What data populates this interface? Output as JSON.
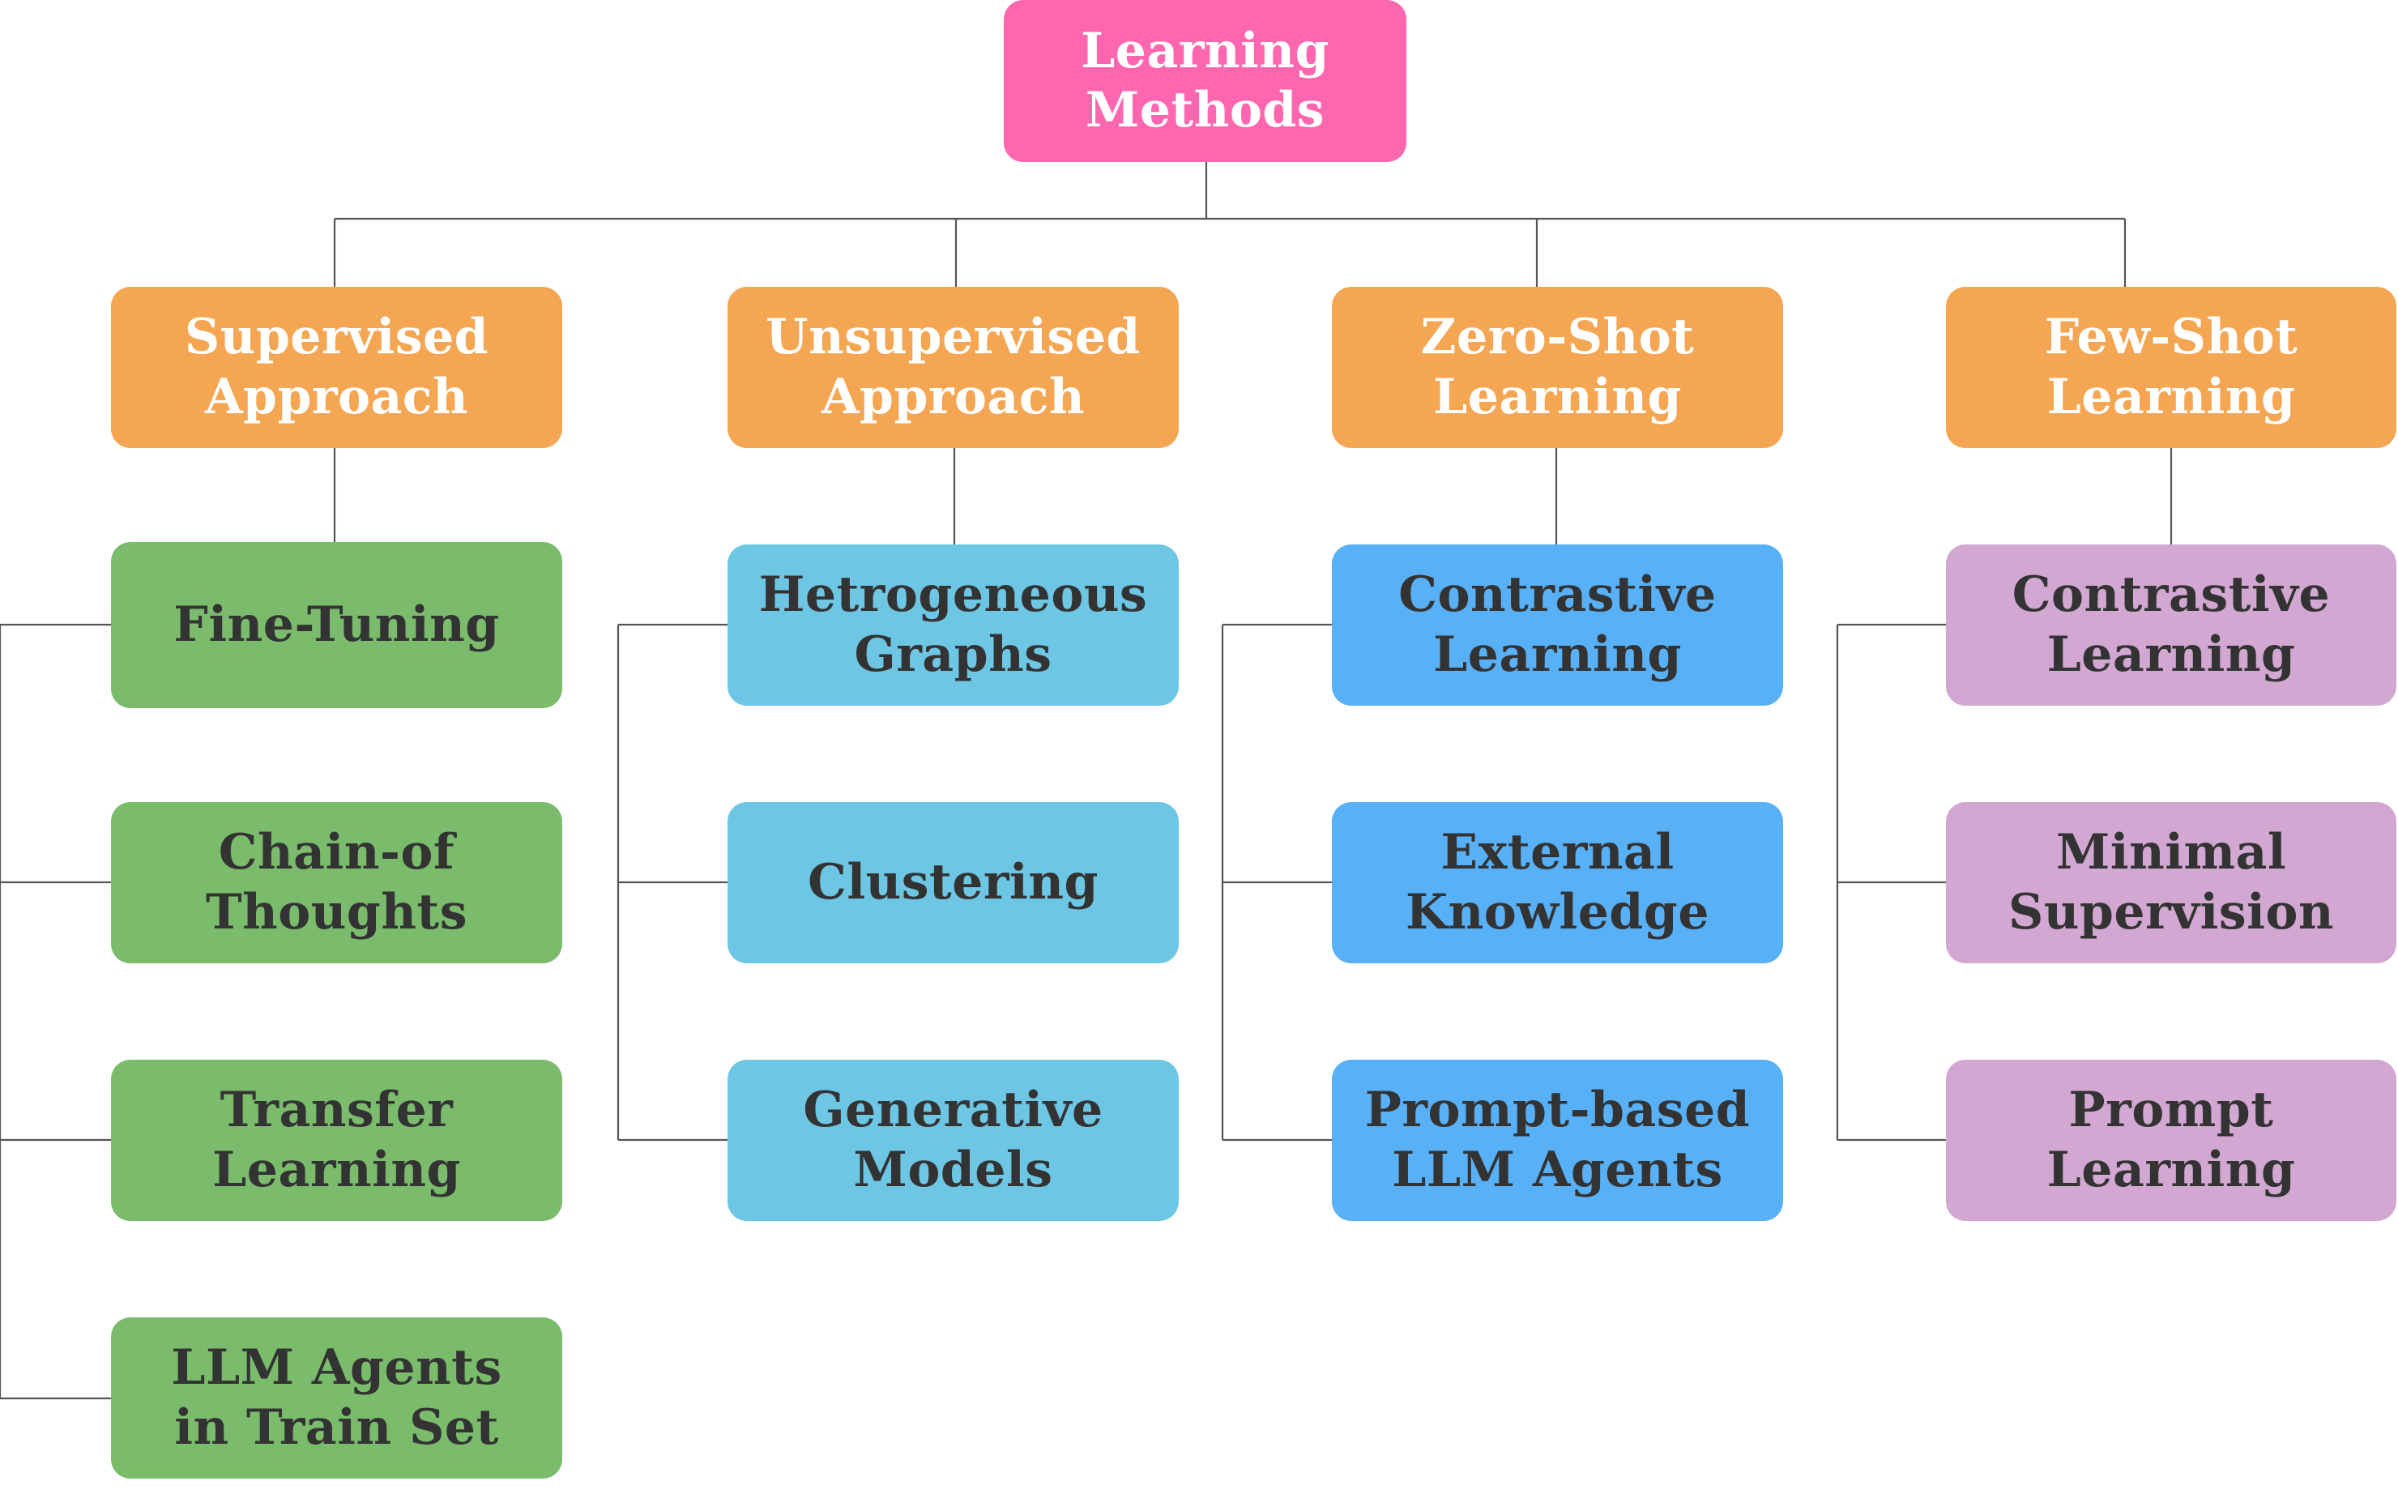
{
  "colors": {
    "root": "#FF66B0",
    "category": "#F4A653",
    "green": "#7ABC6C",
    "cyan": "#6DC6E3",
    "blue": "#58B0F7",
    "purple": "#D2A8D2",
    "connector": "#555555"
  },
  "root": {
    "lines": [
      "Learning",
      "Methods"
    ]
  },
  "categories": [
    {
      "lines": [
        "Supervised",
        "Approach"
      ],
      "items": [
        {
          "lines": [
            "Fine-Tuning"
          ]
        },
        {
          "lines": [
            "Chain-of",
            "Thoughts"
          ]
        },
        {
          "lines": [
            "Transfer",
            "Learning"
          ]
        },
        {
          "lines": [
            "LLM Agents",
            "in Train Set"
          ]
        }
      ]
    },
    {
      "lines": [
        "Unsupervised",
        "Approach"
      ],
      "items": [
        {
          "lines": [
            "Hetrogeneous",
            "Graphs"
          ]
        },
        {
          "lines": [
            "Clustering"
          ]
        },
        {
          "lines": [
            "Generative",
            "Models"
          ]
        }
      ]
    },
    {
      "lines": [
        "Zero-Shot",
        "Learning"
      ],
      "items": [
        {
          "lines": [
            "Contrastive",
            "Learning"
          ]
        },
        {
          "lines": [
            "External",
            "Knowledge"
          ]
        },
        {
          "lines": [
            "Prompt-based",
            "LLM Agents"
          ]
        }
      ]
    },
    {
      "lines": [
        "Few-Shot",
        "Learning"
      ],
      "items": [
        {
          "lines": [
            "Contrastive",
            "Learning"
          ]
        },
        {
          "lines": [
            "Minimal",
            "Supervision"
          ]
        },
        {
          "lines": [
            "Prompt",
            "Learning"
          ]
        }
      ]
    }
  ]
}
